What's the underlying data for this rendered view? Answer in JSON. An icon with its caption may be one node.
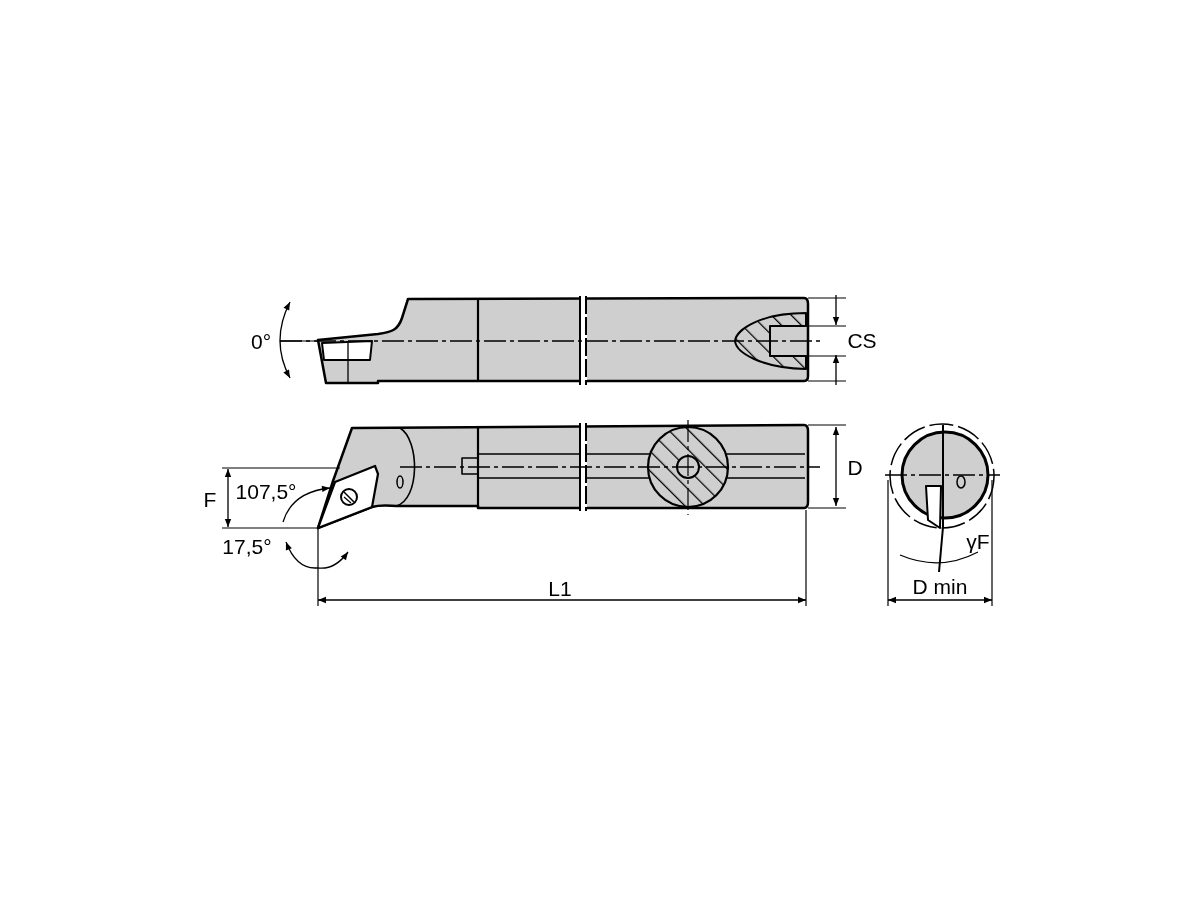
{
  "diagram": {
    "labels": [
      "0°",
      "CS",
      "D",
      "F",
      "107,5°",
      "17,5°",
      "γF",
      "L1",
      "D min"
    ]
  }
}
